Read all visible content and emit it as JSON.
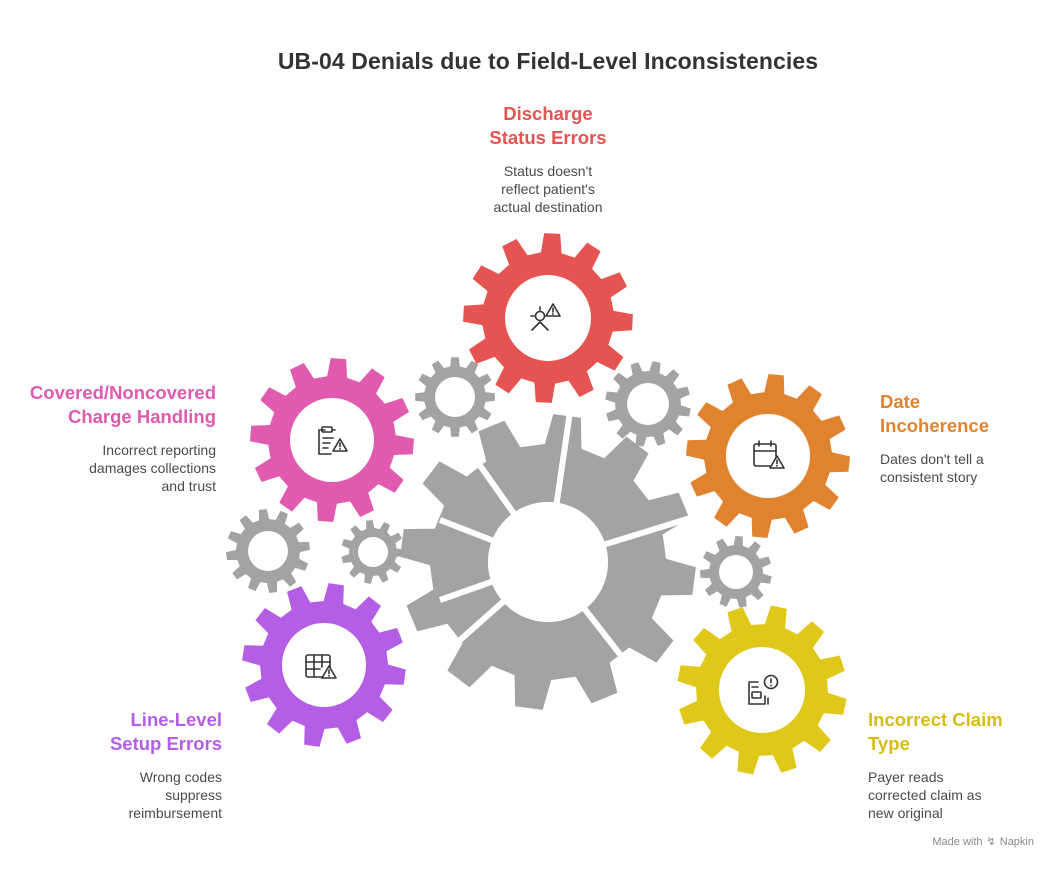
{
  "title": "UB-04 Denials due to Field-Level Inconsistencies",
  "colors": {
    "gray_gear": "#a3a3a3",
    "discharge": "#e65451",
    "date": "#e0832e",
    "claim_type": "#dfc81a",
    "line_level": "#b45ee6",
    "covered": "#e05aaf",
    "icon": "#333333"
  },
  "items": [
    {
      "id": "discharge",
      "label_line1": "Discharge",
      "label_line2": "Status Errors",
      "desc_line1": "Status doesn't",
      "desc_line2": "reflect patient's",
      "desc_line3": "actual destination",
      "icon": "person-warning-icon"
    },
    {
      "id": "date",
      "label_line1": "Date",
      "label_line2": "Incoherence",
      "desc_line1": "Dates don't tell a",
      "desc_line2": "consistent story",
      "desc_line3": "",
      "icon": "calendar-warning-icon"
    },
    {
      "id": "claim_type",
      "label_line1": "Incorrect Claim",
      "label_line2": "Type",
      "desc_line1": "Payer reads",
      "desc_line2": "corrected claim as",
      "desc_line3": "new original",
      "icon": "document-alert-icon"
    },
    {
      "id": "line_level",
      "label_line1": "Line-Level",
      "label_line2": "Setup Errors",
      "desc_line1": "Wrong codes",
      "desc_line2": "suppress",
      "desc_line3": "reimbursement",
      "icon": "table-warning-icon"
    },
    {
      "id": "covered",
      "label_line1": "Covered/Noncovered",
      "label_line2": "Charge Handling",
      "desc_line1": "Incorrect reporting",
      "desc_line2": "damages collections",
      "desc_line3": "and trust",
      "icon": "clipboard-warning-icon"
    }
  ],
  "watermark": {
    "prefix": "Made with",
    "brand": "Napkin"
  }
}
